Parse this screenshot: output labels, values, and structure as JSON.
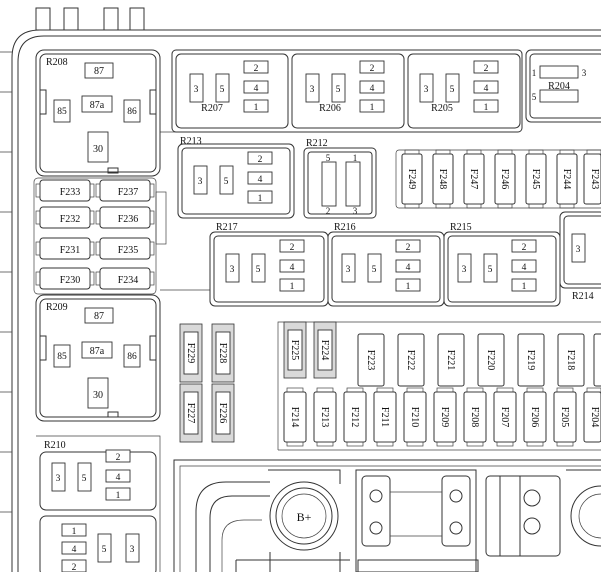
{
  "relays": {
    "R208": {
      "name": "R208",
      "t1": "87",
      "t2": "87a",
      "t3": "85",
      "t4": "86",
      "t5": "30"
    },
    "R209": {
      "name": "R209",
      "t1": "87",
      "t2": "87a",
      "t3": "85",
      "t4": "86",
      "t5": "30"
    },
    "R207": {
      "name": "R207",
      "a": "3",
      "b": "5",
      "c": "2",
      "d": "4",
      "e": "1"
    },
    "R206": {
      "name": "R206",
      "a": "3",
      "b": "5",
      "c": "2",
      "d": "4",
      "e": "1"
    },
    "R205": {
      "name": "R205",
      "a": "3",
      "b": "5",
      "c": "2",
      "d": "4",
      "e": "1"
    },
    "R213": {
      "name": "R213",
      "a": "3",
      "b": "5",
      "c": "2",
      "d": "4",
      "e": "1"
    },
    "R217": {
      "name": "R217",
      "a": "3",
      "b": "5",
      "c": "2",
      "d": "4",
      "e": "1"
    },
    "R216": {
      "name": "R216",
      "a": "3",
      "b": "5",
      "c": "2",
      "d": "4",
      "e": "1"
    },
    "R215": {
      "name": "R215",
      "a": "3",
      "b": "5",
      "c": "2",
      "d": "4",
      "e": "1"
    },
    "R210": {
      "name": "R210",
      "a": "3",
      "b": "5",
      "c": "2",
      "d": "4",
      "e": "1"
    },
    "R204": {
      "name": "R204",
      "a": "1",
      "b": "3",
      "c": "5"
    },
    "R212": {
      "name": "R212",
      "a": "5",
      "b": "1",
      "c": "2",
      "d": "3"
    },
    "R214": {
      "name": "R214",
      "a": "3"
    },
    "R211": {
      "a": "1",
      "b": "4",
      "c": "5",
      "d": "3",
      "e": "2"
    }
  },
  "fuses": {
    "left_column_a": [
      "F233",
      "F232",
      "F231",
      "F230"
    ],
    "left_column_b": [
      "F237",
      "F236",
      "F235",
      "F234"
    ],
    "top_vertical": [
      "F249",
      "F248",
      "F247",
      "F246",
      "F245",
      "F244",
      "F243"
    ],
    "mid_upper_a": [
      "F229",
      "F228"
    ],
    "mid_lower_a": [
      "F227",
      "F226"
    ],
    "mid_pair": [
      "F225",
      "F224"
    ],
    "mid_row_upper": [
      "F223",
      "F222",
      "F221",
      "F220",
      "F219",
      "F218"
    ],
    "mid_row_lower": [
      "F214",
      "F213",
      "F212",
      "F211",
      "F210",
      "F209",
      "F208",
      "F207",
      "F206",
      "F205",
      "F204"
    ]
  },
  "terminal": {
    "label": "B+"
  }
}
